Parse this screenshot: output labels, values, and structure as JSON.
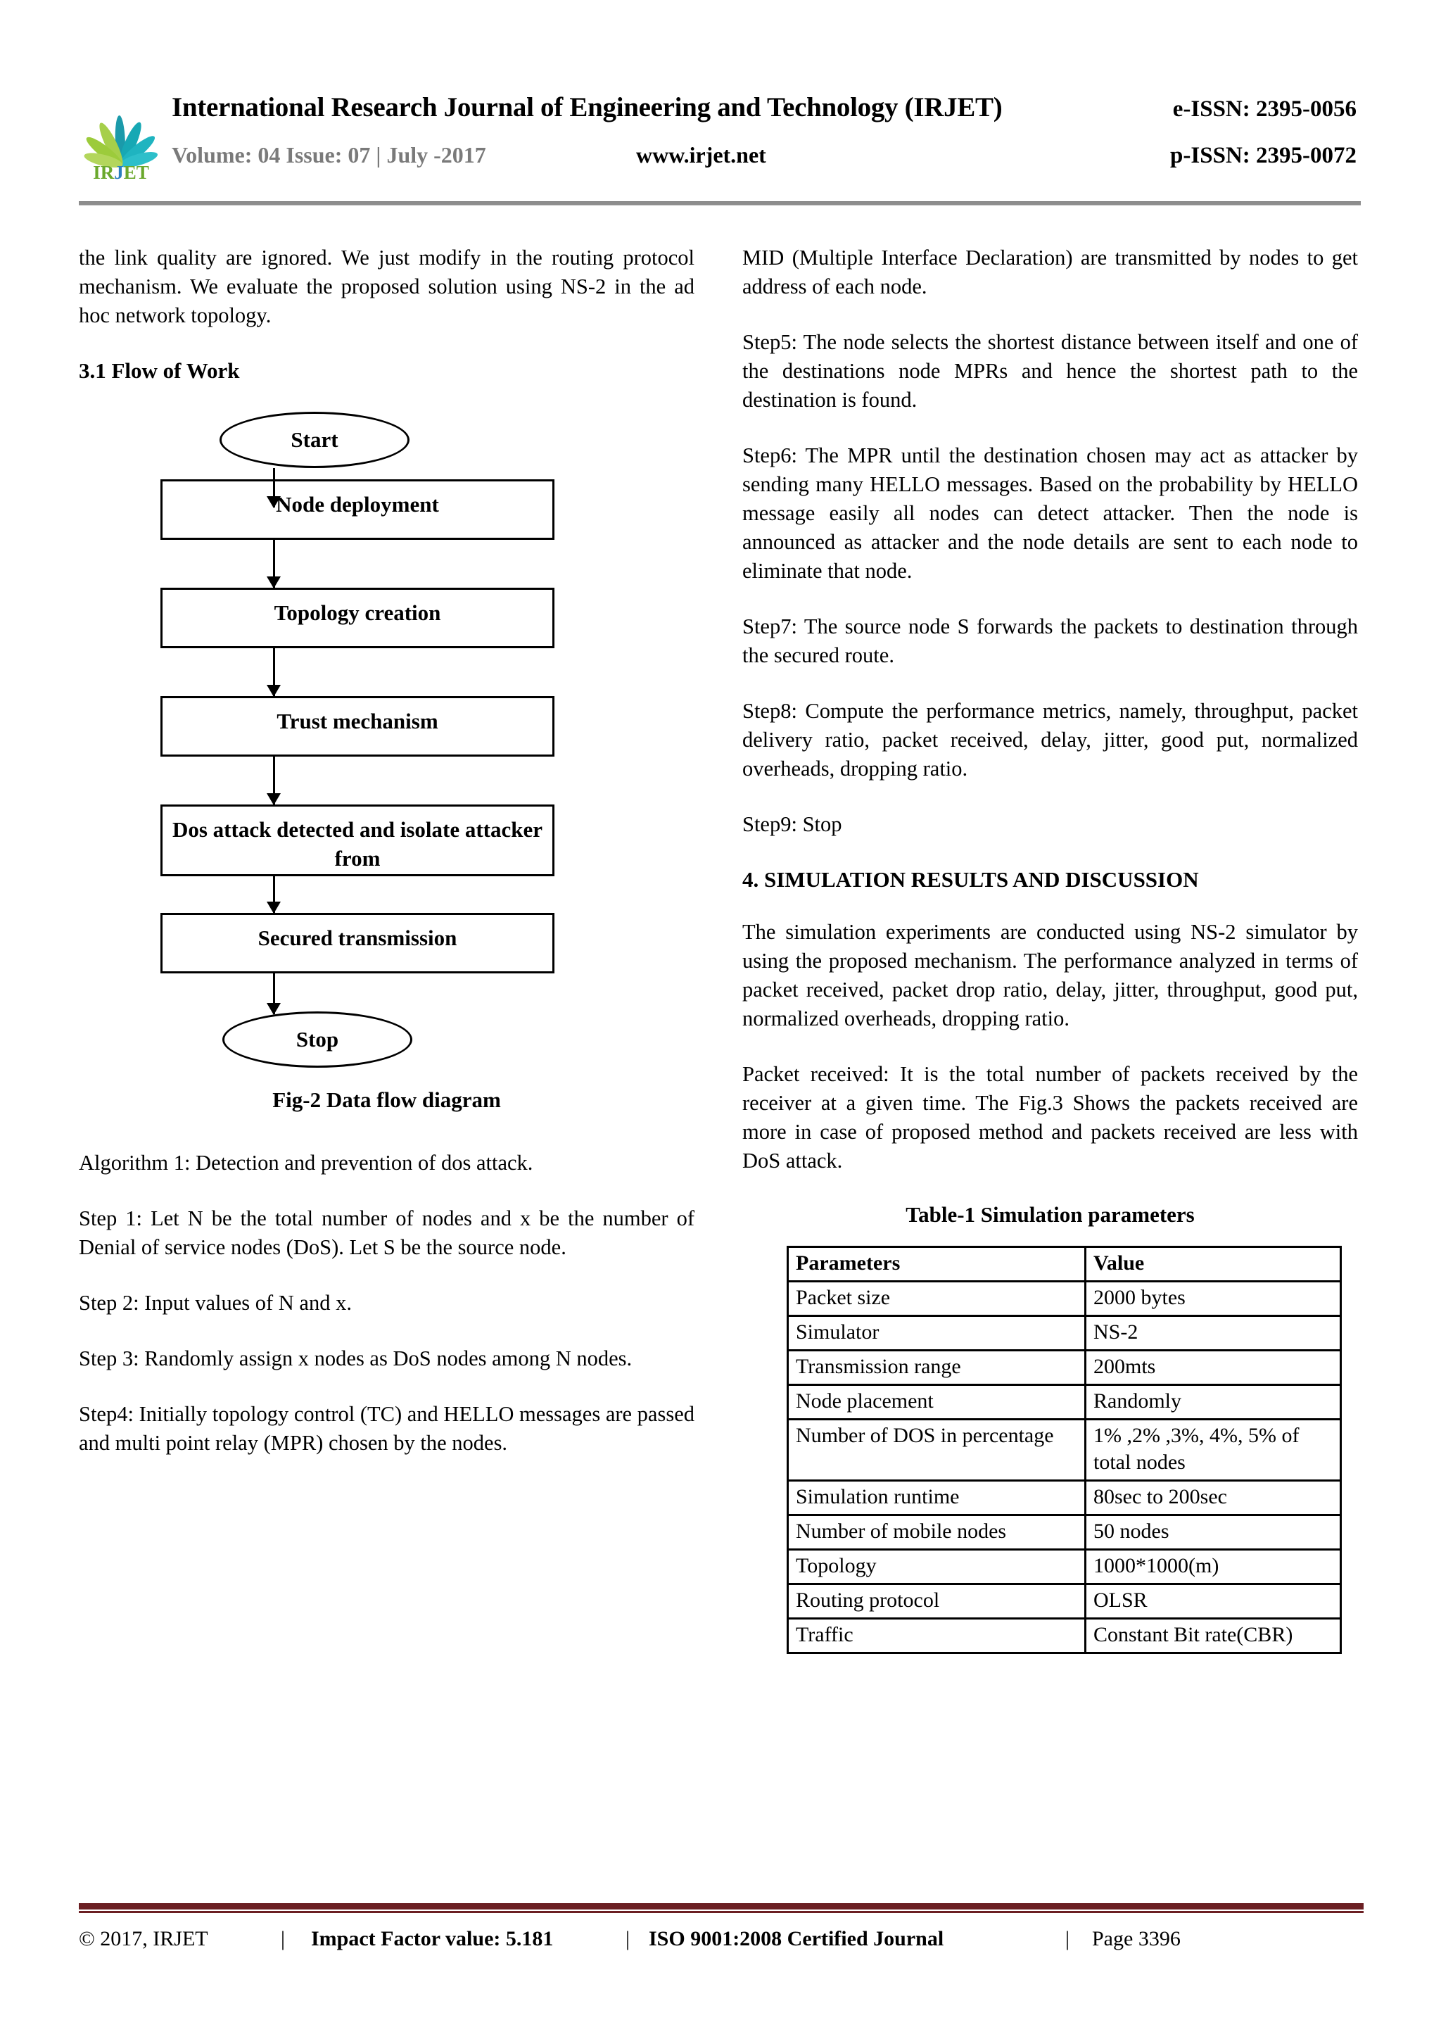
{
  "header": {
    "logo_text": "IRJET",
    "journal_title": "International Research Journal of Engineering and Technology (IRJET)",
    "e_issn": "e-ISSN: 2395-0056",
    "volume_line": "Volume: 04 Issue: 07 | July -2017",
    "website": "www.irjet.net",
    "p_issn": "p-ISSN: 2395-0072"
  },
  "left_column": {
    "intro_paragraph": "the link quality are ignored. We just modify in the routing protocol mechanism. We evaluate the proposed solution using NS-2 in the ad hoc network topology.",
    "section_heading": "3.1 Flow of Work",
    "figure_caption": "Fig-2 Data flow diagram",
    "algorithm_title": "Algorithm 1: Detection and prevention of dos attack.",
    "step1": "Step 1: Let N be the total number of nodes and x be the number of Denial of service nodes (DoS). Let S be the source node.",
    "step2": "Step 2: Input values of N and x.",
    "step3": "Step 3: Randomly assign x nodes as DoS nodes among N nodes.",
    "step4": "Step4: Initially topology control (TC) and HELLO messages are passed and multi point relay (MPR) chosen by the nodes."
  },
  "flowchart": {
    "start_label": "Start",
    "nodes": [
      "Node deployment",
      "Topology creation",
      "Trust mechanism",
      "Dos attack detected and isolate attacker from",
      "Secured transmission"
    ],
    "stop_label": "Stop"
  },
  "right_column": {
    "mid_paragraph": "MID (Multiple Interface Declaration) are transmitted by nodes to get address of each node.",
    "step5": "Step5: The node selects the shortest distance between itself and one of the destinations node MPRs and hence the shortest path to the destination is found.",
    "step6": "Step6: The MPR until the destination chosen may act as attacker by sending many HELLO messages. Based on the probability by HELLO message easily all nodes can detect attacker. Then the node is announced as attacker and the node details are sent to each node to eliminate that node.",
    "step7": "Step7: The source node S forwards the packets to destination through the secured route.",
    "step8": "Step8: Compute the performance metrics, namely, throughput, packet delivery ratio, packet received, delay, jitter, good put, normalized overheads, dropping ratio.",
    "step9": "Step9: Stop",
    "section_heading": "4. SIMULATION RESULTS AND DISCUSSION",
    "sim_paragraph": "The simulation experiments are conducted using NS-2 simulator by using the proposed mechanism. The performance analyzed in terms of packet received, packet drop ratio, delay, jitter, throughput, good put, normalized overheads, dropping ratio.",
    "packet_paragraph": "Packet received: It is the total number of packets received by the receiver at a given time. The Fig.3 Shows the packets received are more in case of proposed method and packets received are less with DoS attack."
  },
  "table": {
    "title": "Table-1 Simulation parameters",
    "headers": [
      "Parameters",
      "Value"
    ],
    "rows": [
      [
        "Packet size",
        "2000 bytes"
      ],
      [
        "Simulator",
        "NS-2"
      ],
      [
        "Transmission range",
        "200mts"
      ],
      [
        "Node placement",
        "Randomly"
      ],
      [
        "Number of DOS in percentage",
        "1% ,2% ,3%, 4%, 5% of total nodes"
      ],
      [
        "Simulation runtime",
        "80sec to 200sec"
      ],
      [
        "Number of mobile nodes",
        "50 nodes"
      ],
      [
        "Topology",
        "1000*1000(m)"
      ],
      [
        "Routing protocol",
        "OLSR"
      ],
      [
        "Traffic",
        "Constant Bit rate(CBR)"
      ]
    ]
  },
  "footer": {
    "copyright": "© 2017, IRJET",
    "sep1": "|",
    "impact_factor": "Impact Factor value: 5.181",
    "sep2": "|",
    "iso": "ISO 9001:2008 Certified Journal",
    "sep3": "|",
    "page": "Page 3396"
  },
  "colors": {
    "header_rule": "#8d8d8d",
    "footer_rule": "#6b1f23",
    "volume_text": "#7a7a7a",
    "logo_teal": "#1b9aaa",
    "logo_green": "#8cc63f"
  }
}
